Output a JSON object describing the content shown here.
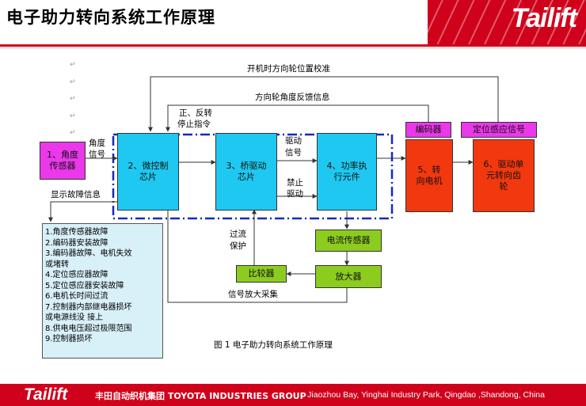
{
  "header": {
    "title": "电子助力转向系统工作原理",
    "logo": "Tailift"
  },
  "annotations": {
    "top1": "开机时方向轮位置校准",
    "top2": "方向轮角度反馈信息",
    "zheng": "正、反转",
    "stop": "停止指令",
    "angle_signal_1": "角度",
    "angle_signal_2": "信号",
    "drive_signal_1": "驱动",
    "drive_signal_2": "信号",
    "ban_1": "禁止",
    "ban_2": "驱动",
    "display_fault": "显示故障信息",
    "overcurrent_1": "过流",
    "overcurrent_2": "保护",
    "signal_amp": "信号放大采集"
  },
  "boxes": {
    "sensor": "1、角度传感器",
    "mcu": "2、微控制芯片",
    "bridge": "3、桥驱动芯片",
    "power": "4、功率执行元件",
    "encoder": "编码器",
    "motor": "5、转向电机",
    "position_signal": "定位感应信号",
    "gear": "6、驱动单元转向齿轮",
    "current_sensor": "电流传感器",
    "amplifier": "放大器",
    "comparator": "比较器"
  },
  "faults": [
    "1.角度传感器故障",
    "2.编码器安装故障",
    "3.编码器故障、电机失效",
    "或堵转",
    "4.定位感应器故障",
    "5.定位感应器安装故障",
    "6.电机长时间过流",
    "7.控制器内部继电器损坏",
    "或电源线没 接上",
    "8.供电电压超过极限范围",
    "9.控制器损坏"
  ],
  "caption": "图 1    电子助力转向系统工作原理",
  "footer": {
    "logo": "Tailift",
    "group": "丰田自动织机集团 TOYOTA INDUSTRIES GROUP",
    "address": "Jiaozhou Bay, Yinghai Industry Park, Qingdao ,Shandong, China"
  },
  "colors": {
    "brand_red": "#d0021b",
    "sensor": "#ea38ea",
    "chip": "#1ec8f0",
    "actuator": "#f2380e",
    "green": "#8ccc1e",
    "dashed_frame": "#1428c8"
  }
}
